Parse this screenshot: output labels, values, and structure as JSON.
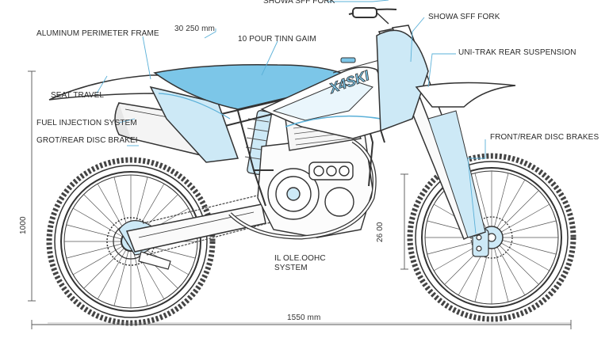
{
  "labels": {
    "top_fork": "SHOWA SFF FORK",
    "fork": "SHOWA SFF FORK",
    "frame": "ALUMINUM PERIMETER FRAME",
    "dim_top": "30 250 mm",
    "engine_top": "10 POUR TINN GAIM",
    "rear_susp": "UNI-TRAK REAR SUSPENSION",
    "seat_travel": "SEAT TRAVEL",
    "fuel": "FUEL INJECTION SYSTEM",
    "rear_brake": "GROT/REAR DISC BRAKEI",
    "front_brake": "FRONT/REAR DISC BRAKES",
    "dim_height": "1000",
    "dim_right": "26 00",
    "engine_bottom_1": "IL OLE.OOHC",
    "engine_bottom_2": "SYSTEM",
    "dim_length": "1550 mm",
    "tank_decal": "X4SKI"
  },
  "colors": {
    "line": "#3a3a3a",
    "accent": "#7cc6e8",
    "accent_light": "#cde9f6",
    "leader": "#5ab0d8"
  }
}
